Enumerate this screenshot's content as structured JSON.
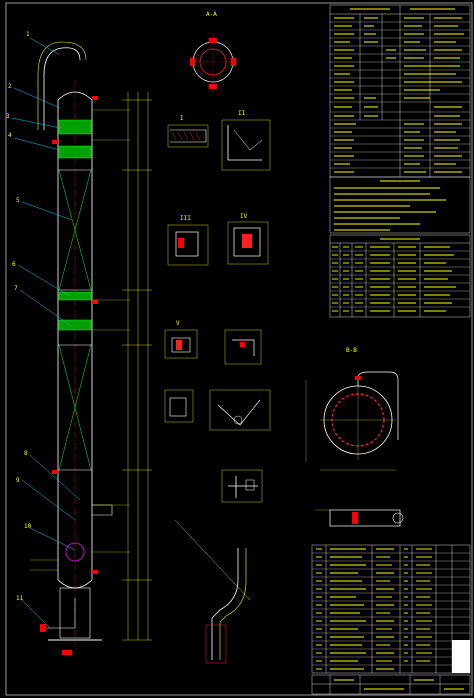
{
  "colors": {
    "background": "#000000",
    "linework": "#ffffff",
    "annotation": "#ffff00",
    "vessel_fill": "#00c800",
    "leader": "#00c8ff",
    "hatch": "#ff2020",
    "flange": "#ff0000",
    "nozzle": "#ff00ff"
  },
  "view_labels": {
    "top_plan": "A-A",
    "detail_1": "I",
    "detail_2": "II",
    "detail_3": "III",
    "detail_4": "IV",
    "detail_5": "V",
    "section_b": "B-B"
  },
  "callouts": [
    "1",
    "2",
    "3",
    "4",
    "5",
    "6",
    "7",
    "8",
    "9",
    "10",
    "11"
  ],
  "tables": {
    "tech_spec_title": "",
    "parts_list_title": "",
    "title_block_text": ""
  }
}
